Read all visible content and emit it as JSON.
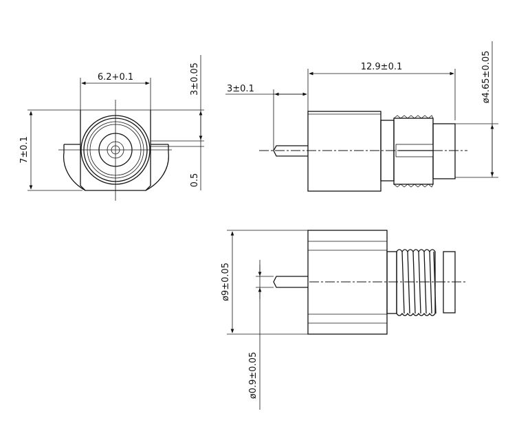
{
  "drawing": {
    "front_view": {
      "width_dim": "6.2+0.1",
      "height_dim": "7±0.1",
      "offset_dim": "3±0.05",
      "flange_dim": "0.5"
    },
    "side_view": {
      "length_dim": "12.9±0.1",
      "pin_dim": "3±0.1",
      "nut_dia_dim": "ø4.65±0.05"
    },
    "top_view": {
      "body_dia_dim": "ø9±0.05",
      "pin_dia_dim": "ø0.9±0.05"
    }
  }
}
